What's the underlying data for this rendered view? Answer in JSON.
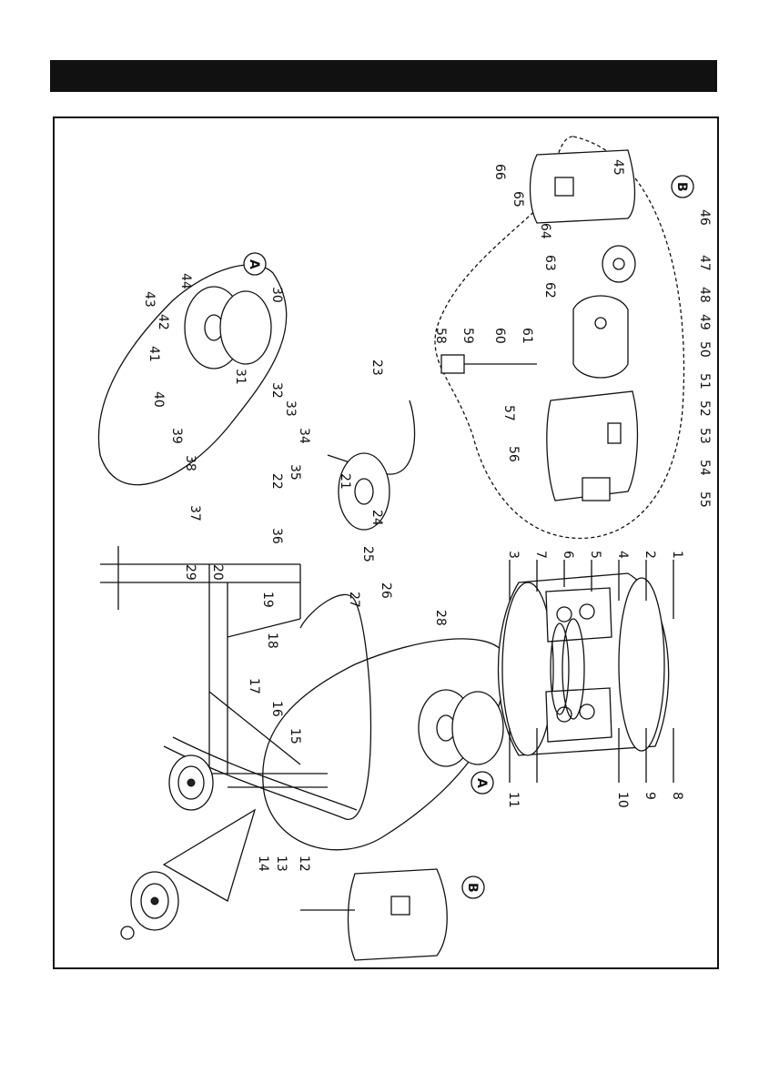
{
  "header": {
    "title": ""
  },
  "diagram": {
    "assembly_labels": [
      "A",
      "B"
    ],
    "part_numbers": [
      "1",
      "2",
      "3",
      "4",
      "5",
      "6",
      "7",
      "8",
      "9",
      "10",
      "11",
      "12",
      "13",
      "14",
      "15",
      "16",
      "17",
      "18",
      "19",
      "20",
      "21",
      "22",
      "23",
      "24",
      "25",
      "26",
      "27",
      "28",
      "29",
      "30",
      "31",
      "32",
      "33",
      "34",
      "35",
      "36",
      "37",
      "38",
      "39",
      "40",
      "41",
      "42",
      "43",
      "44",
      "45",
      "46",
      "47",
      "48",
      "49",
      "50",
      "51",
      "52",
      "53",
      "54",
      "55",
      "56",
      "57",
      "58",
      "59",
      "60",
      "61",
      "62",
      "63",
      "64",
      "65",
      "66"
    ]
  }
}
